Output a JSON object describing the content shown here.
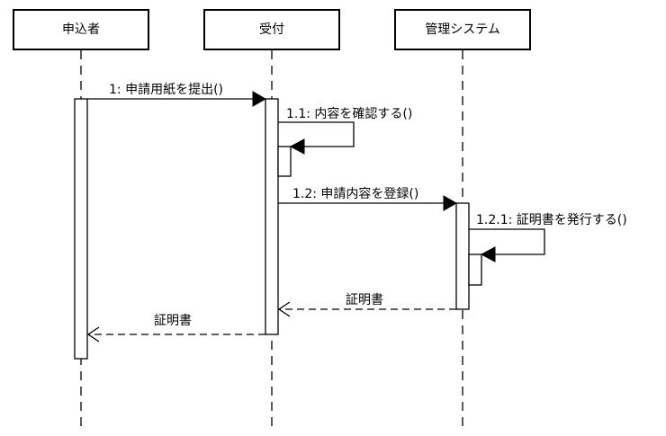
{
  "participants": [
    {
      "name": "申込者"
    },
    {
      "name": "受付"
    },
    {
      "name": "管理システム"
    }
  ],
  "messages": [
    {
      "label": "1: 申請用紙を提出()",
      "kind": "sync"
    },
    {
      "label": "1.1: 内容を確認する()",
      "kind": "self"
    },
    {
      "label": "1.2: 申請内容を登録()",
      "kind": "sync"
    },
    {
      "label": "1.2.1: 証明書を発行する()",
      "kind": "self"
    },
    {
      "label": "証明書",
      "kind": "return"
    },
    {
      "label": "証明書",
      "kind": "return"
    }
  ],
  "colors": {
    "line": "#000000",
    "background": "#ffffff"
  }
}
